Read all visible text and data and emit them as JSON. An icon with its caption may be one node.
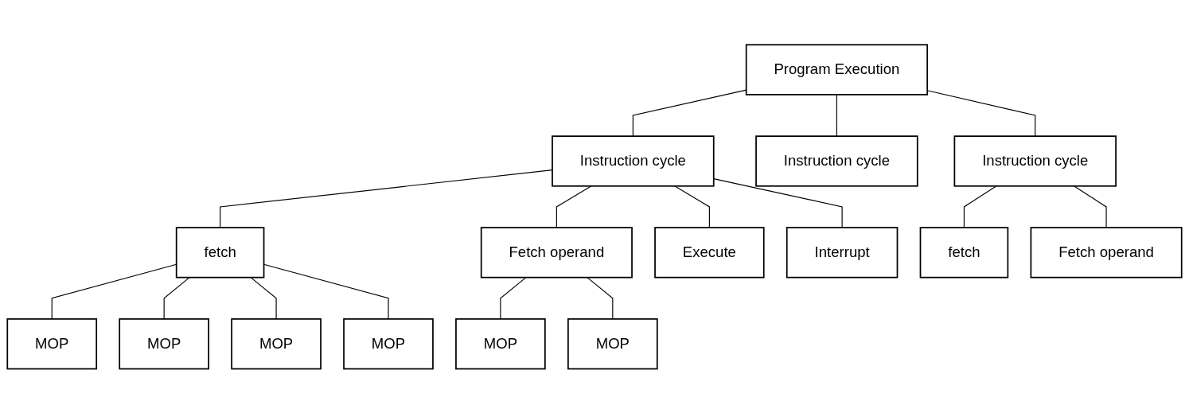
{
  "diagram": {
    "nodes": [
      {
        "text": [
          "Program Execution"
        ]
      },
      {
        "text": [
          "Instruction cycle"
        ]
      },
      {
        "text": [
          "Instruction cycle"
        ]
      },
      {
        "text": [
          "Instruction cycle"
        ]
      },
      {
        "text": [
          "fetch"
        ]
      },
      {
        "text": [
          "Fetch operand"
        ]
      },
      {
        "text": [
          "Execute"
        ]
      },
      {
        "text": [
          "Interrupt"
        ]
      },
      {
        "text": [
          "fetch"
        ]
      },
      {
        "text": [
          "Fetch operand"
        ]
      },
      {
        "text": [
          "MOP"
        ]
      },
      {
        "text": [
          "MOP"
        ]
      },
      {
        "text": [
          "MOP"
        ]
      },
      {
        "text": [
          "MOP"
        ]
      },
      {
        "text": [
          "MOP"
        ]
      },
      {
        "text": [
          "MOP"
        ]
      }
    ],
    "edges": [
      {
        "from": 0,
        "to": 1,
        "arrow": "none"
      },
      {
        "from": 0,
        "to": 2,
        "arrow": "none"
      },
      {
        "from": 0,
        "to": 3,
        "arrow": "none"
      },
      {
        "from": 1,
        "to": 4,
        "arrow": "none"
      },
      {
        "from": 1,
        "to": 5,
        "arrow": "none"
      },
      {
        "from": 1,
        "to": 6,
        "arrow": "none"
      },
      {
        "from": 1,
        "to": 7,
        "arrow": "none"
      },
      {
        "from": 3,
        "to": 8,
        "arrow": "none"
      },
      {
        "from": 3,
        "to": 9,
        "arrow": "none"
      },
      {
        "from": 4,
        "to": 10,
        "arrow": "none"
      },
      {
        "from": 4,
        "to": 11,
        "arrow": "none"
      },
      {
        "from": 4,
        "to": 12,
        "arrow": "none"
      },
      {
        "from": 4,
        "to": 13,
        "arrow": "none"
      },
      {
        "from": 5,
        "to": 14,
        "arrow": "none"
      },
      {
        "from": 5,
        "to": 15,
        "arrow": "none"
      }
    ]
  }
}
